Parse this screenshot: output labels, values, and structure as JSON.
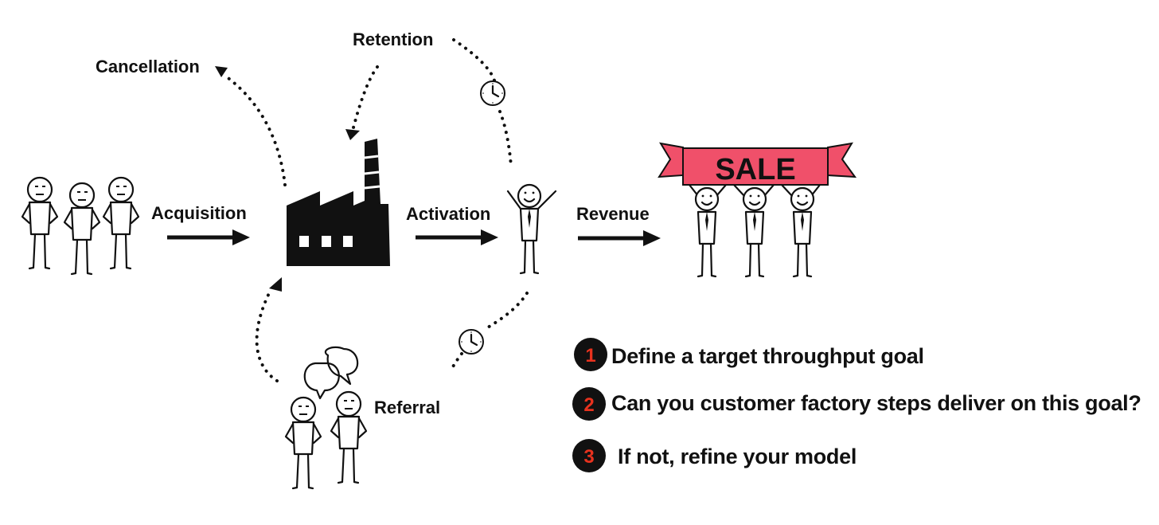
{
  "labels": {
    "cancellation": "Cancellation",
    "retention": "Retention",
    "acquisition": "Acquisition",
    "activation": "Activation",
    "revenue": "Revenue",
    "referral": "Referral"
  },
  "banner": {
    "text": "SALE",
    "color": "#f0506a"
  },
  "steps": [
    {
      "number": "1",
      "text": "Define a target throughput goal"
    },
    {
      "number": "2",
      "text": "Can you customer factory steps deliver on this goal?"
    },
    {
      "number": "3",
      "text": "If not, refine your model"
    }
  ],
  "colors": {
    "ink": "#111111",
    "step_number": "#e8321e"
  }
}
